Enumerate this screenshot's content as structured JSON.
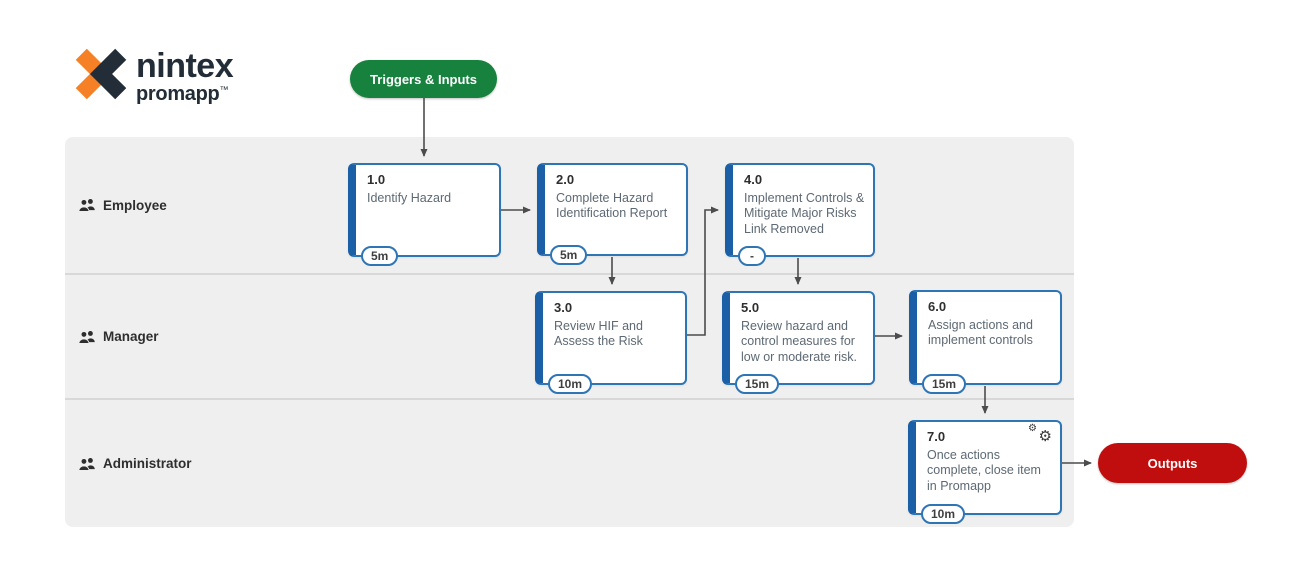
{
  "logo": {
    "brand": "nintex",
    "product": "promapp",
    "trademark": "™",
    "icon": "nintex-x-icon",
    "colors": {
      "orange": "#f58025",
      "navy": "#222d38"
    }
  },
  "trigger_pill": {
    "label": "Triggers & Inputs",
    "color": "#17813e"
  },
  "output_pill": {
    "label": "Outputs",
    "color": "#c00d0d"
  },
  "lanes": [
    {
      "label": "Employee",
      "icon": "users-icon"
    },
    {
      "label": "Manager",
      "icon": "users-icon"
    },
    {
      "label": "Administrator",
      "icon": "users-icon"
    }
  ],
  "tasks": [
    {
      "id": "1.0",
      "title": "Identify Hazard",
      "duration": "5m",
      "lane": "Employee"
    },
    {
      "id": "2.0",
      "title": "Complete Hazard Identification Report",
      "duration": "5m",
      "lane": "Employee"
    },
    {
      "id": "3.0",
      "title": "Review HIF and Assess the Risk",
      "duration": "10m",
      "lane": "Manager"
    },
    {
      "id": "4.0",
      "title": "Implement Controls & Mitigate Major Risks Link Removed",
      "duration": "-",
      "lane": "Employee"
    },
    {
      "id": "5.0",
      "title": "Review hazard and control measures for low or moderate risk.",
      "duration": "15m",
      "lane": "Manager"
    },
    {
      "id": "6.0",
      "title": "Assign actions and implement controls",
      "duration": "15m",
      "lane": "Manager"
    },
    {
      "id": "7.0",
      "title": "Once actions complete, close item in Promapp",
      "duration": "10m",
      "lane": "Administrator",
      "icon": "gears-icon"
    }
  ],
  "diagram_colors": {
    "task_border": "#2e75b6",
    "task_left_bar": "#1b5fa6",
    "lane_background": "#efeff0",
    "connector": "#4c4c4c",
    "description_text": "#5d6974"
  }
}
